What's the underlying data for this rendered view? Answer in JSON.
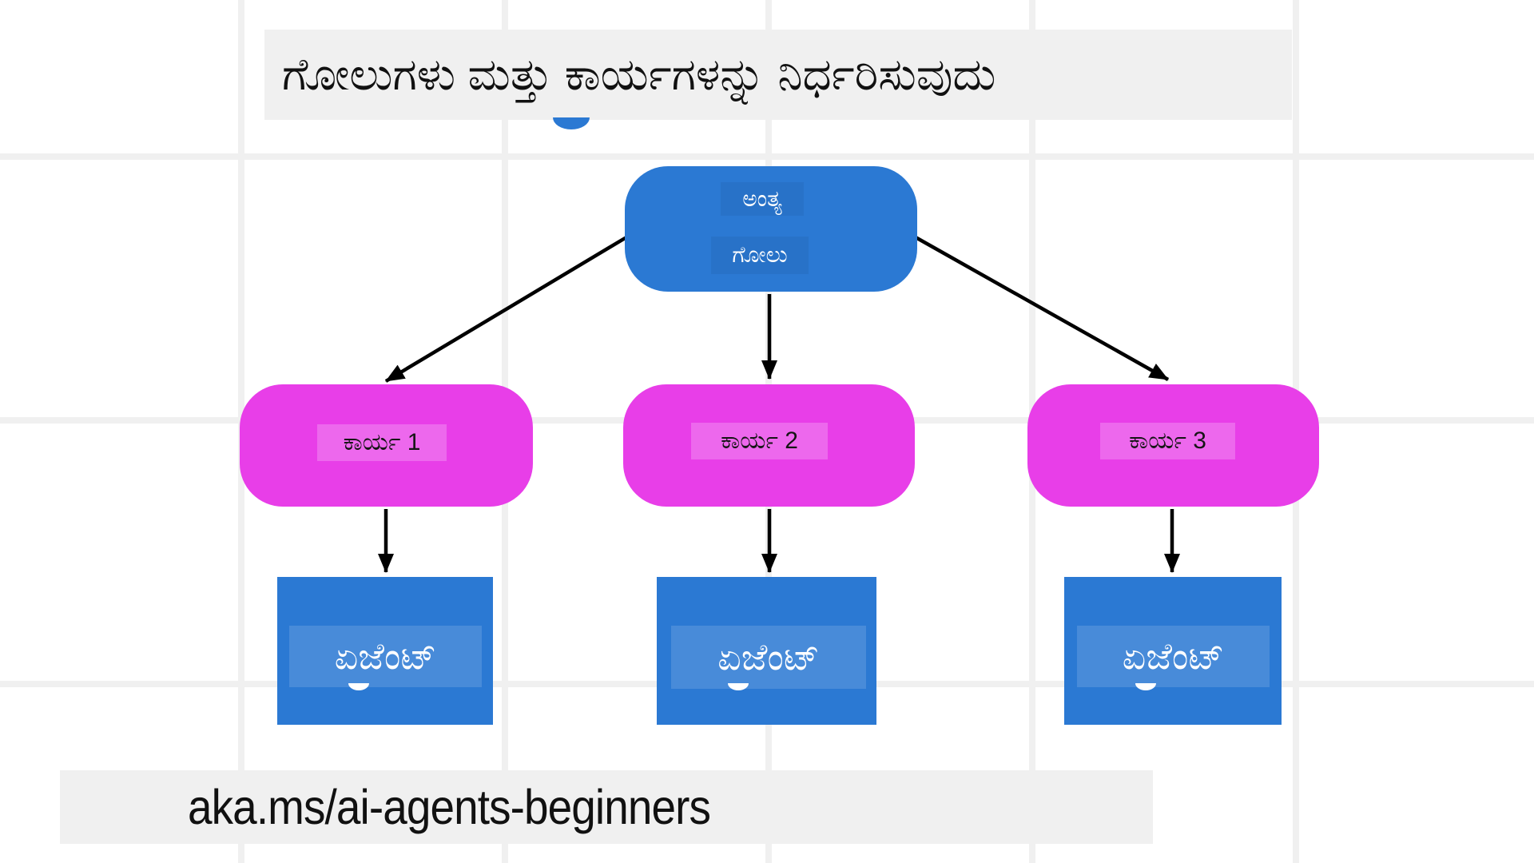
{
  "title": {
    "text": "ಗೋಲುಗಳು ಮತ್ತು ಕಾರ್ಯಗಳನ್ನು ನಿರ್ಧರಿಸುವುದು"
  },
  "footer": {
    "text": "aka.ms/ai-agents-beginners"
  },
  "diagram": {
    "goal": {
      "line1": "ಅಂತ್ಯ",
      "line2": "ಗೋಲು"
    },
    "tasks": [
      {
        "label": "ಕಾರ್ಯ 1"
      },
      {
        "label": "ಕಾರ್ಯ 2"
      },
      {
        "label": "ಕಾರ್ಯ 3"
      }
    ],
    "agents": [
      {
        "label": "ಏಜೆಂಟ್"
      },
      {
        "label": "ಏಜೆಂಟ್"
      },
      {
        "label": "ಏಜೆಂಟ್"
      }
    ],
    "colors": {
      "node_blue": "#2b79d3",
      "node_pink": "#e83ee8",
      "band_gray": "#f0f0f0",
      "arrow_black": "#000000",
      "text_dark": "#111111",
      "text_light": "#ffffff"
    }
  }
}
